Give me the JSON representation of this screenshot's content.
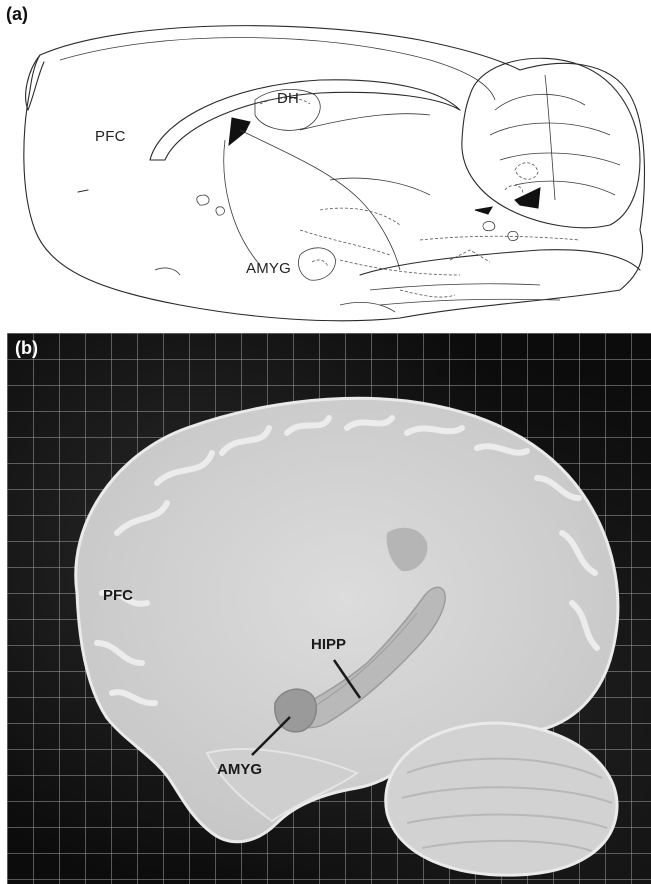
{
  "panel_a": {
    "panel_label": "(a)",
    "labels": {
      "pfc": "PFC",
      "dh": "DH",
      "amyg": "AMYG"
    }
  },
  "panel_b": {
    "panel_label": "(b)",
    "labels": {
      "pfc": "PFC",
      "hipp": "HIPP",
      "amyg": "AMYG"
    }
  },
  "colors": {
    "line": "#2a2a2a",
    "mri_background": "#0c0c0c",
    "brain_tissue": "#d9d9d9",
    "hippocampus_overlay": "#b9b9b9",
    "amygdala_overlay": "#9a9a9a"
  }
}
